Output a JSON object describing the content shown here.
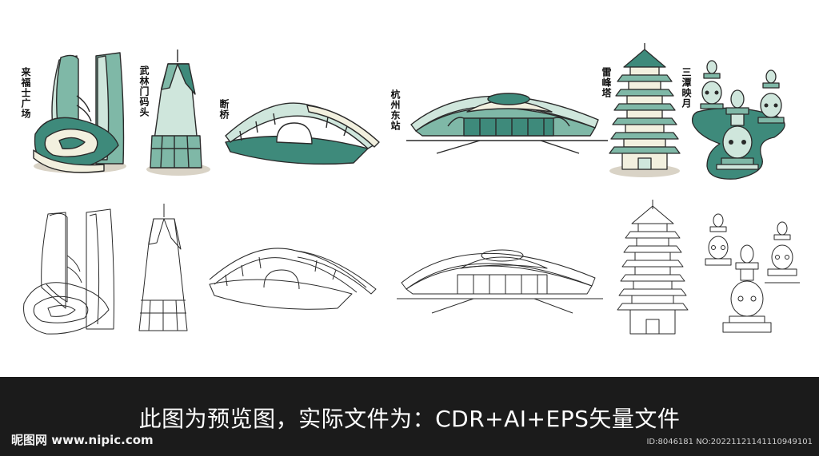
{
  "labels": {
    "laifu": "来福士广场",
    "wulin": "武林门码头",
    "duanqiao": "断桥",
    "hangzhou_east": "杭州东站",
    "leifeng": "雷峰塔",
    "santan": "三潭映月"
  },
  "footer": {
    "banner": "此图为预览图，实际文件为：CDR+AI+EPS矢量文件",
    "logo_mark": "昵图网",
    "logo_url": "www.nipic.com",
    "image_id": "ID:8046181 NO:20221121141110949101"
  },
  "colors": {
    "teal_dark": "#3e8a7b",
    "teal_mid": "#7fb8a7",
    "teal_light": "#cfe6dc",
    "cream": "#f2f0df",
    "outline": "#2a2a2a",
    "shadow": "#d9d3c6",
    "footer_bg": "#1b1b1b"
  }
}
